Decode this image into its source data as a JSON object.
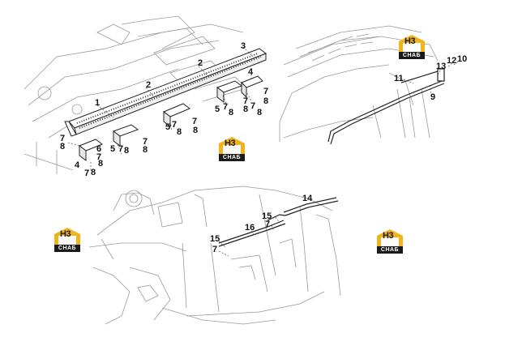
{
  "brand": {
    "logo_text": "H3",
    "logo_sub": "CHAБ",
    "accent": "#f2b21c"
  },
  "callouts": {
    "c1": "1",
    "c2a": "2",
    "c2b": "2",
    "c3": "3",
    "c4a": "4",
    "c4b": "4",
    "c5a": "5",
    "c5b": "5",
    "c5c": "5",
    "c6": "6",
    "c7a": "7",
    "c7b": "7",
    "c7c": "7",
    "c7d": "7",
    "c7e": "7",
    "c7f": "7",
    "c7g": "7",
    "c7h": "7",
    "c7i": "7",
    "c7j": "7",
    "c8a": "8",
    "c8b": "8",
    "c8c": "8",
    "c8d": "8",
    "c8e": "8",
    "c8f": "8",
    "c8g": "8",
    "c8h": "8",
    "c8i": "8",
    "c8j": "8",
    "c9": "9",
    "c10": "10",
    "c11": "11",
    "c12": "12",
    "c13": "13",
    "c14": "14",
    "c15a": "15",
    "c15b": "15",
    "c16": "16",
    "c7k": "7",
    "c7l": "7"
  }
}
